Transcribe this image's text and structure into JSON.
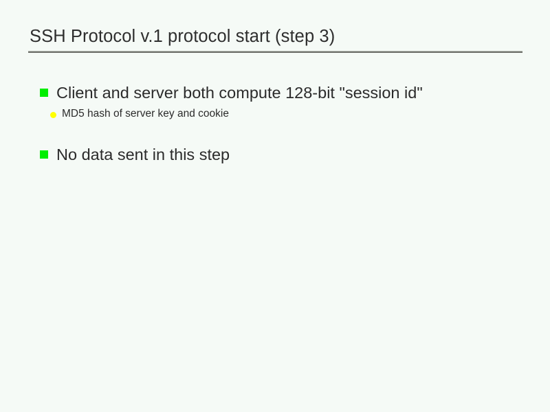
{
  "slide": {
    "title": "SSH Protocol v.1 protocol start (step 3)",
    "colors": {
      "background": "#f5faf6",
      "title_text": "#2e2e2e",
      "body_text": "#2b2b2b",
      "rule": "#6f716b",
      "rule_highlight": "#b7bdb4",
      "bullet_level1": "#00ee00",
      "bullet_level2": "#ffff00"
    },
    "bullets": [
      {
        "level": 1,
        "marker": "green-square-bullet-icon",
        "text": "Client and server both compute 128-bit \"session id\"",
        "children": [
          {
            "level": 2,
            "marker": "yellow-dot-bullet-icon",
            "text": "MD5 hash of server key and cookie"
          }
        ]
      },
      {
        "level": 1,
        "marker": "green-square-bullet-icon",
        "text": "No data sent in this step",
        "children": []
      }
    ]
  }
}
